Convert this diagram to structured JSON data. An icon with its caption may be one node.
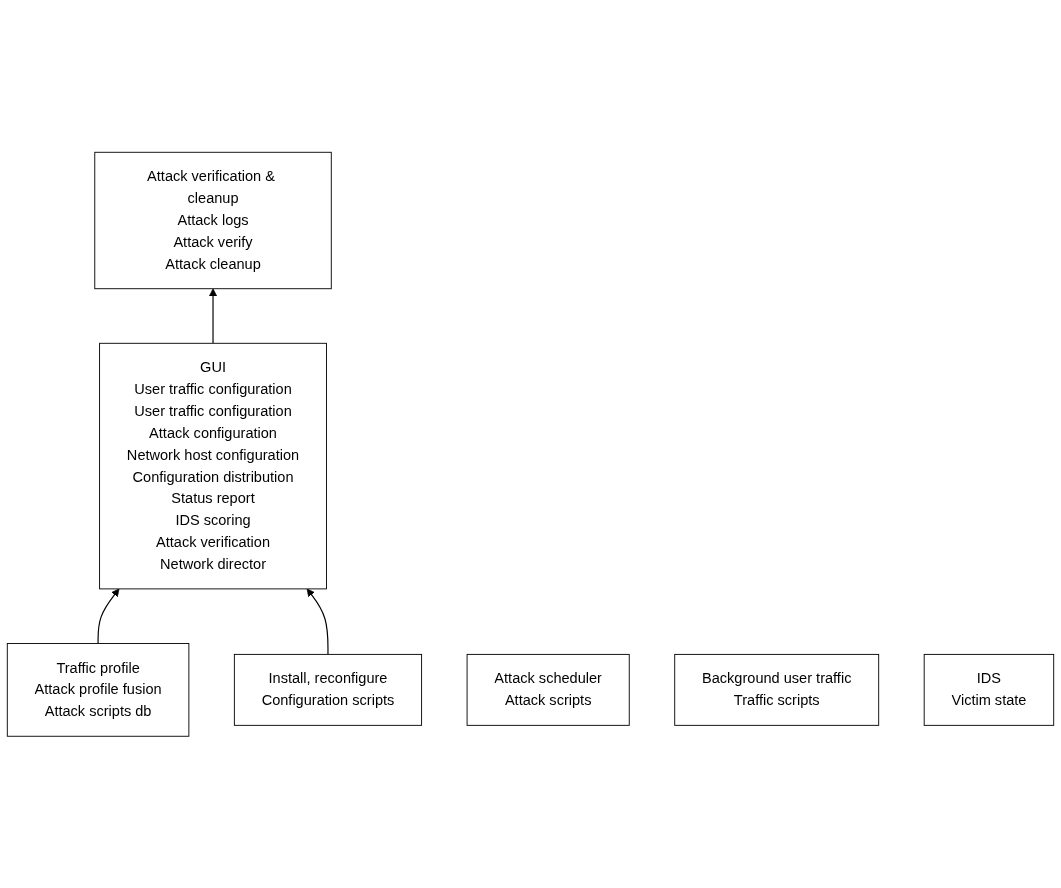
{
  "diagram": {
    "nodes": [
      {
        "text": [
          "GUI",
          "User traffic configuration",
          "User traffic configuration",
          "Attack configuration",
          "Network host configuration",
          "Configuration distribution",
          "Status report",
          "IDS scoring",
          "Attack verification",
          "Network director"
        ]
      },
      {
        "text": [
          "Attack verification & cleanup",
          "Attack logs",
          "Attack verify",
          "Attack cleanup"
        ]
      },
      {
        "text": [
          "Traffic profile",
          "Attack profile fusion",
          "Attack scripts db"
        ]
      },
      {
        "text": [
          "Install, reconfigure",
          "Configuration scripts"
        ]
      },
      {
        "text": [
          "Attack scheduler",
          "Attack scripts"
        ]
      },
      {
        "text": [
          "Background user traffic",
          "Traffic scripts"
        ]
      },
      {
        "text": [
          "IDS",
          "Victim state"
        ]
      }
    ],
    "edges": [
      {
        "from": 0,
        "to": 1,
        "arrow": "to"
      },
      {
        "from": 2,
        "to": 0,
        "arrow": "to"
      },
      {
        "from": 3,
        "to": 0,
        "arrow": "to"
      }
    ]
  }
}
